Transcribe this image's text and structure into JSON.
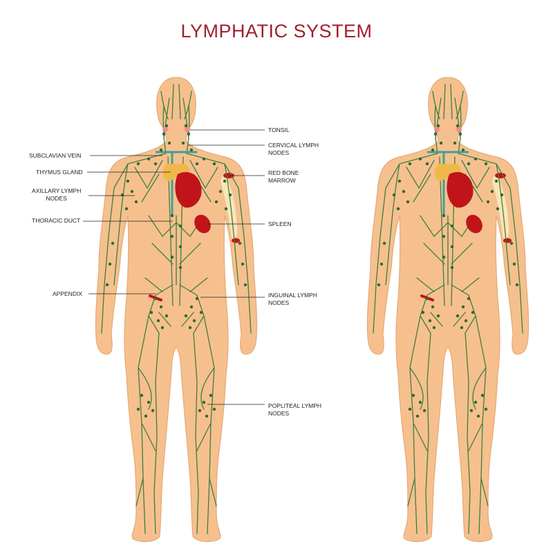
{
  "title": "LYMPHATIC SYSTEM",
  "colors": {
    "title": "#a11e2a",
    "skin": "#f5c08e",
    "skin_edge": "#e7a874",
    "vessel": "#3f7d3f",
    "node": "#2e6b2e",
    "organ": "#c0141a",
    "bone": "#f7e6b8",
    "tonsil": "#f08a8a",
    "leader": "#222222"
  },
  "labels": {
    "tonsil": "TONSIL",
    "cervical": "CERVICAL LYMPH\nNODES",
    "subclavian": "SUBCLAVIAN VEIN",
    "thymus": "THYMUS GLAND",
    "red_bone_marrow": "RED BONE\nMARROW",
    "axillary": "AXILLARY LYMPH\nNODES",
    "thoracic": "THORACIC DUCT",
    "spleen": "SPLEEN",
    "appendix": "APPENDIX",
    "inguinal": "INGUINAL LYMPH\nNODES",
    "popliteal": "POPLITEAL LYMPH\nNODES"
  }
}
